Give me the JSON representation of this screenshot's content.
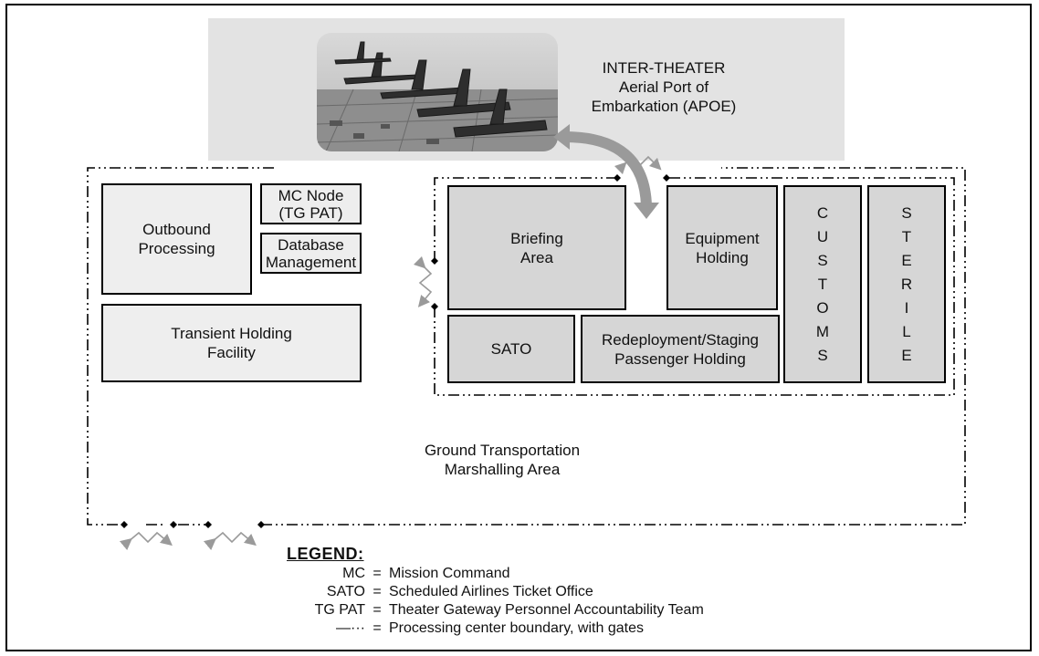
{
  "top": {
    "title_line1": "INTER-THEATER",
    "title_line2": "Aerial Port of",
    "title_line3": "Embarkation (APOE)"
  },
  "left": {
    "outbound_line1": "Outbound",
    "outbound_line2": "Processing",
    "mc_node_line1": "MC Node",
    "mc_node_line2": "(TG PAT)",
    "database_line1": "Database",
    "database_line2": "Management",
    "transient_line1": "Transient Holding",
    "transient_line2": "Facility"
  },
  "right": {
    "briefing_line1": "Briefing",
    "briefing_line2": "Area",
    "equipment_line1": "Equipment",
    "equipment_line2": "Holding",
    "sato": "SATO",
    "redeployment_line1": "Redeployment/Staging",
    "redeployment_line2": "Passenger Holding",
    "customs": [
      "C",
      "U",
      "S",
      "T",
      "O",
      "M",
      "S"
    ],
    "sterile": [
      "S",
      "T",
      "E",
      "R",
      "I",
      "L",
      "E"
    ]
  },
  "ground": {
    "line1": "Ground Transportation",
    "line2": "Marshalling Area"
  },
  "legend": {
    "title": "LEGEND:",
    "items": [
      {
        "abbr": "MC",
        "eq": "=",
        "text": "Mission Command"
      },
      {
        "abbr": "SATO",
        "eq": "=",
        "text": "Scheduled Airlines Ticket Office"
      },
      {
        "abbr": "TG PAT",
        "eq": "=",
        "text": "Theater Gateway Personnel Accountability Team"
      },
      {
        "abbr": "—···",
        "eq": "=",
        "text": "Processing center boundary, with gates"
      }
    ]
  }
}
